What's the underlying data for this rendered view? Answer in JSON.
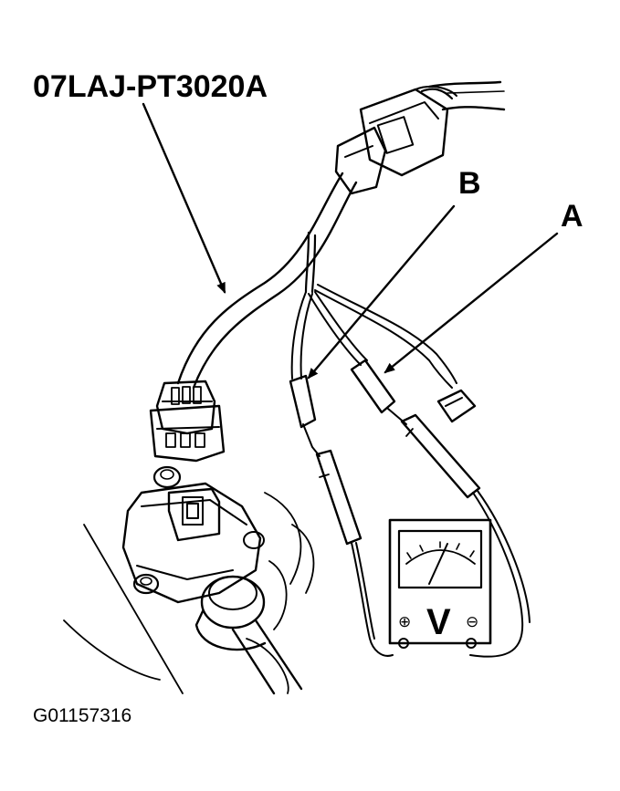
{
  "labels": {
    "tool_part_number": "07LAJ-PT3020A",
    "probe_a": "A",
    "probe_b": "B",
    "figure_id": "G01157316"
  },
  "meter": {
    "display_unit": "V",
    "plus_symbol": "⊕",
    "minus_symbol": "⊖"
  }
}
